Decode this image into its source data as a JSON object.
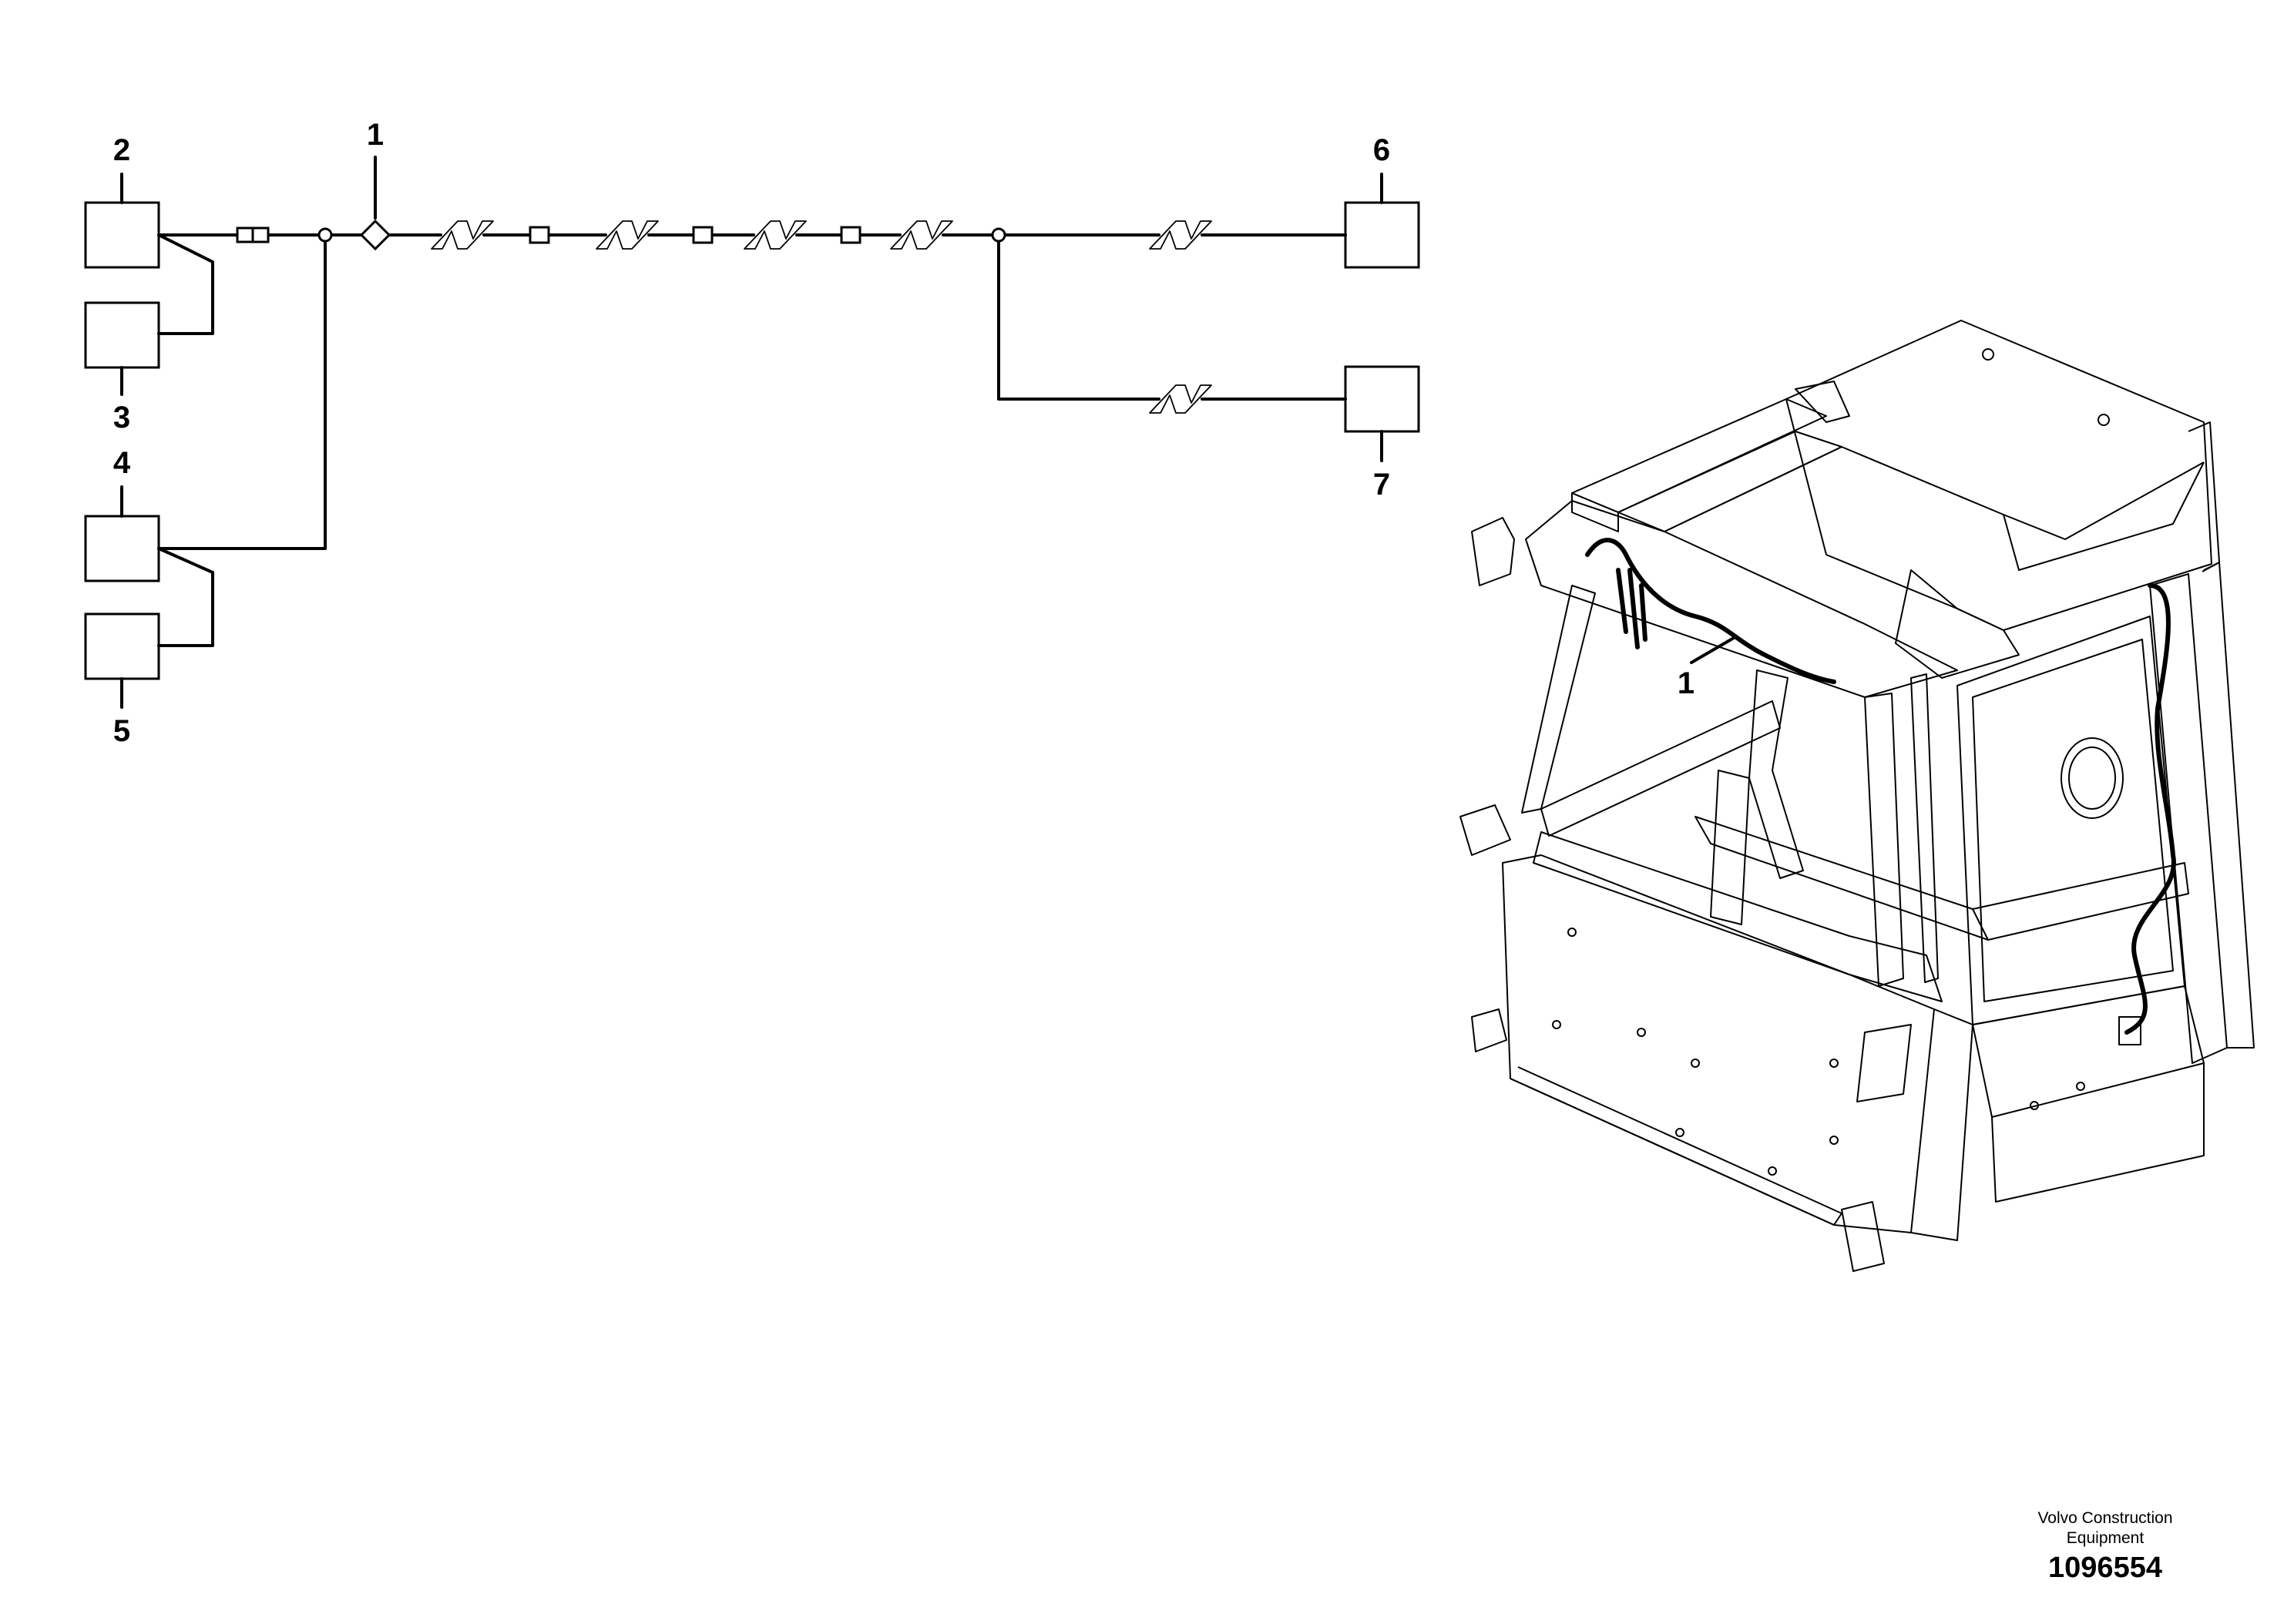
{
  "diagram": {
    "labels": {
      "n1": "1",
      "n2": "2",
      "n3": "3",
      "n4": "4",
      "n5": "5",
      "n6": "6",
      "n7": "7",
      "cab_callout": "1"
    }
  },
  "footer": {
    "company_line1": "Volvo Construction",
    "company_line2": "Equipment",
    "part_number": "1096554"
  }
}
